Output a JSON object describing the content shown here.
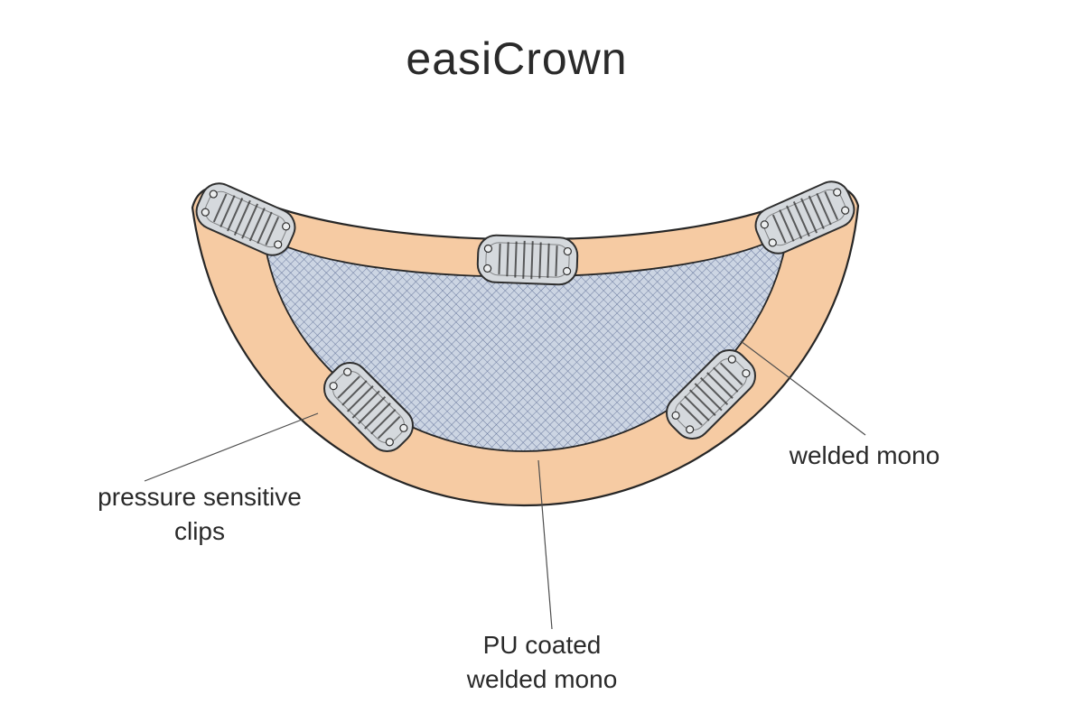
{
  "title": "easiCrown",
  "labels": {
    "pressure_clips": {
      "line1": "pressure sensitive",
      "line2": "clips"
    },
    "welded_mono": "welded mono",
    "pu_coated": {
      "line1": "PU coated",
      "line2": "welded mono"
    }
  },
  "diagram": {
    "clip_count": 5,
    "clips": [
      "top-left",
      "top-center",
      "top-right",
      "bottom-left",
      "bottom-right"
    ],
    "parts": [
      "pressure sensitive clips",
      "welded mono",
      "PU coated welded mono"
    ]
  },
  "colors": {
    "bg": "#ffffff",
    "skin": "#f6cba3",
    "outline": "#262626",
    "mesh_bg": "#ccd5e3",
    "mesh_line": "#5a6a92",
    "clip_fill": "#d5d9dd",
    "clip_inner": "#eceeef",
    "clip_stroke": "#2e2e2e",
    "leader": "#4d4d4d",
    "text": "#2a2a2a"
  }
}
